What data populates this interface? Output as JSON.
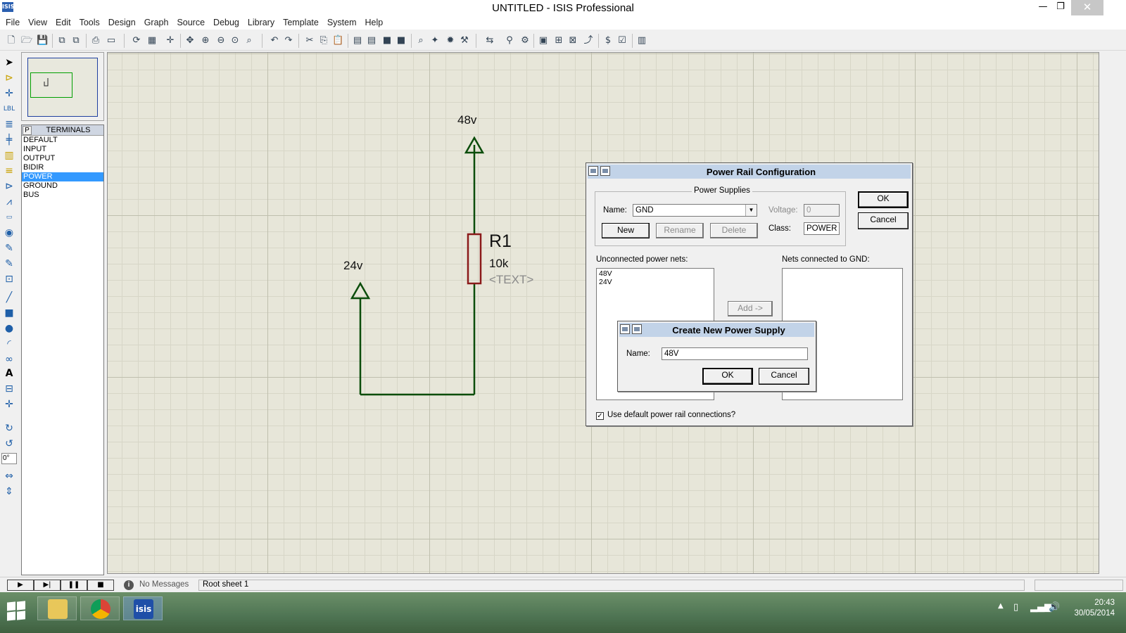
{
  "window": {
    "title": "UNTITLED - ISIS Professional",
    "app_icon": "ISIS",
    "minimize_icon": "—",
    "restore_icon": "❐",
    "close_icon": "✕"
  },
  "menu": [
    "File",
    "View",
    "Edit",
    "Tools",
    "Design",
    "Graph",
    "Source",
    "Debug",
    "Library",
    "Template",
    "System",
    "Help"
  ],
  "device_panel": {
    "pick_button": "P",
    "title": "TERMINALS",
    "items": [
      "DEFAULT",
      "INPUT",
      "OUTPUT",
      "BIDIR",
      "POWER",
      "GROUND",
      "BUS"
    ],
    "selected": "POWER"
  },
  "rotation_value": "0°",
  "schematic": {
    "rail_48": "48v",
    "rail_24": "24v",
    "resistor_ref": "R1",
    "resistor_value": "10k",
    "resistor_text": "<TEXT>"
  },
  "power_rail_dialog": {
    "title": "Power Rail Configuration",
    "group_label": "Power Supplies",
    "name_label": "Name:",
    "name_value": "GND",
    "voltage_label": "Voltage:",
    "voltage_value": "0",
    "class_label": "Class:",
    "class_value": "POWER",
    "new_button": "New",
    "rename_button": "Rename",
    "delete_button": "Delete",
    "ok_button": "OK",
    "cancel_button": "Cancel",
    "unconnected_label": "Unconnected power nets:",
    "unconnected_nets": [
      "48V",
      "24V"
    ],
    "add_button": "Add ->",
    "connected_label": "Nets connected to GND:",
    "checkbox_label": "Use default power rail connections?",
    "checkbox_checked": true
  },
  "new_supply_dialog": {
    "title": "Create New Power Supply",
    "name_label": "Name:",
    "name_value": "48V",
    "ok_button": "OK",
    "cancel_button": "Cancel"
  },
  "status": {
    "play_icon": "▶",
    "step_icon": "▶|",
    "pause_icon": "❚❚",
    "stop_icon": "■",
    "info_icon": "i",
    "messages": "No Messages",
    "sheet": "Root sheet 1"
  },
  "taskbar": {
    "clock_time": "20:43",
    "clock_date": "30/05/2014",
    "isis_label": "isis"
  }
}
